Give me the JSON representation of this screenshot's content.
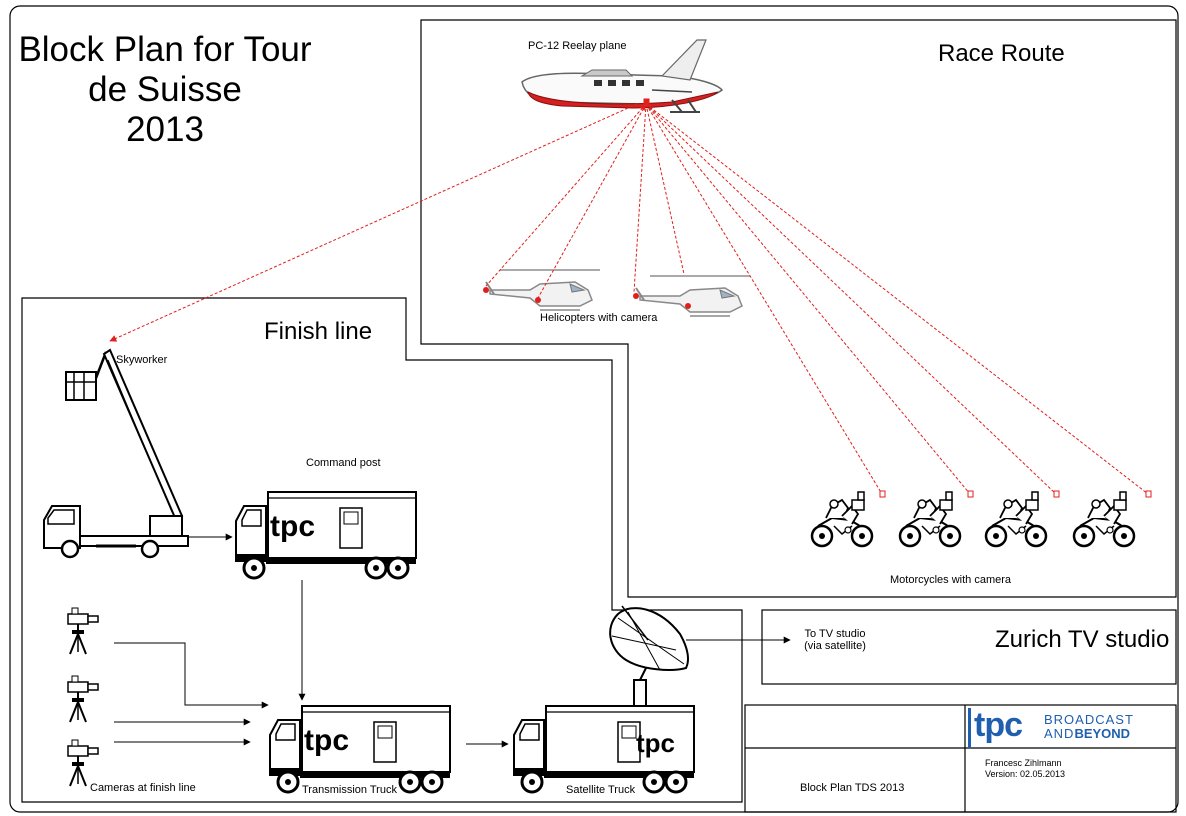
{
  "title": {
    "line1": "Block Plan for Tour",
    "line2": "de Suisse",
    "line3": "2013"
  },
  "regions": {
    "race_route": "Race Route",
    "finish_line": "Finish line",
    "zurich_studio": "Zurich TV studio"
  },
  "labels": {
    "plane": "PC-12 Reelay plane",
    "helicopters": "Helicopters with camera",
    "motorcycles": "Motorcycles with camera",
    "skyworker": "Skyworker",
    "command_post": "Command post",
    "transmission_truck": "Transmission Truck",
    "satellite_truck": "Satellite Truck",
    "cameras": "Cameras at finish line",
    "to_studio_line1": "To TV studio",
    "to_studio_line2": "(via satellite)"
  },
  "truck_logo": "tpc",
  "title_block": {
    "logo_mark": "tpc",
    "logo_line1": "BROADCAST",
    "logo_line2a": "AND",
    "logo_line2b": "BEYOND",
    "plan_name": "Block Plan TDS 2013",
    "author": "Francesc Zihlmann",
    "version": "Version: 02.05.2013"
  },
  "colors": {
    "link": "#e0201c",
    "brand_blue": "#1f5fae",
    "line": "#000000"
  }
}
